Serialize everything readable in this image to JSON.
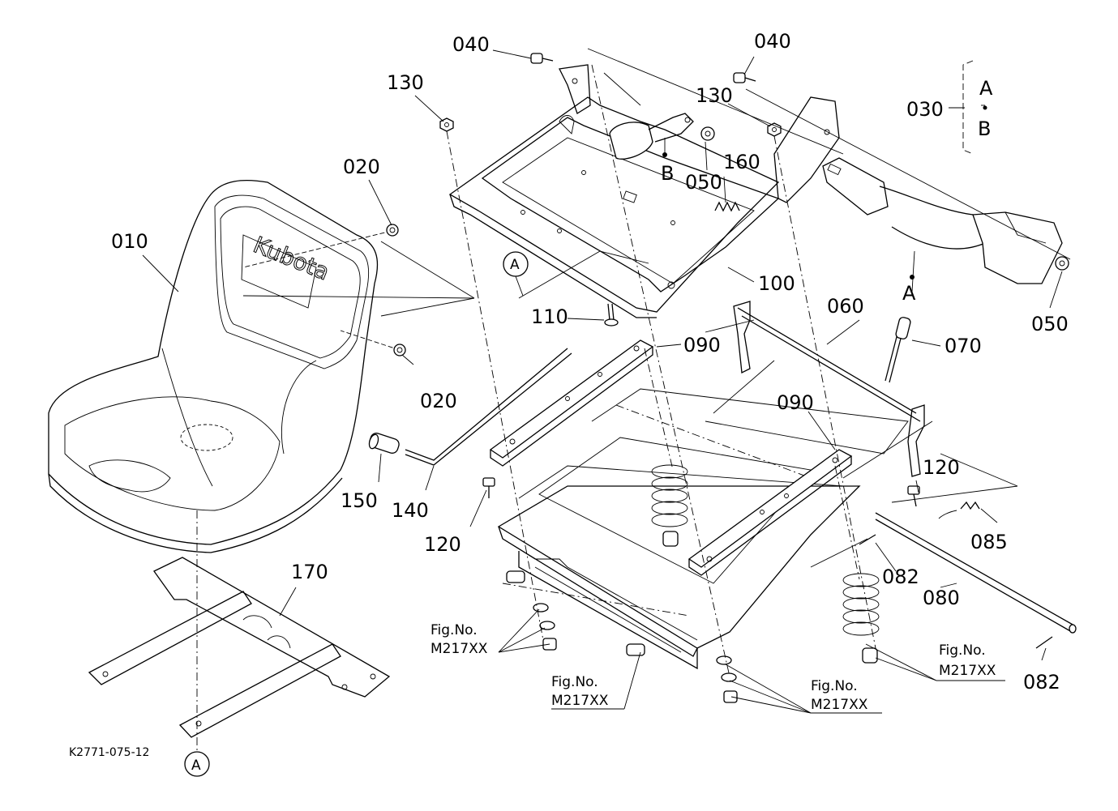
{
  "drawing_number": "K2771-075-12",
  "parts": {
    "p010": "010",
    "p020a": "020",
    "p020b": "020",
    "p030": "030",
    "p040a": "040",
    "p040b": "040",
    "p050a": "050",
    "p050b": "050",
    "p060": "060",
    "p070": "070",
    "p080": "080",
    "p082a": "082",
    "p082b": "082",
    "p085": "085",
    "p090a": "090",
    "p090b": "090",
    "p100": "100",
    "p110": "110",
    "p120a": "120",
    "p120b": "120",
    "p130a": "130",
    "p130b": "130",
    "p140": "140",
    "p150": "150",
    "p160": "160",
    "p170": "170"
  },
  "ref_marks": {
    "a_top": "A",
    "b_top": "B",
    "a_belt": "A",
    "b_buckle": "B",
    "a_circle_mid": "A",
    "a_circle_bottom": "A"
  },
  "fig_refs": [
    {
      "line1": "Fig.No.",
      "line2": "M217XX"
    },
    {
      "line1": "Fig.No.",
      "line2": "M217XX"
    },
    {
      "line1": "Fig.No.",
      "line2": "M217XX"
    },
    {
      "line1": "Fig.No.",
      "line2": "M217XX"
    }
  ]
}
